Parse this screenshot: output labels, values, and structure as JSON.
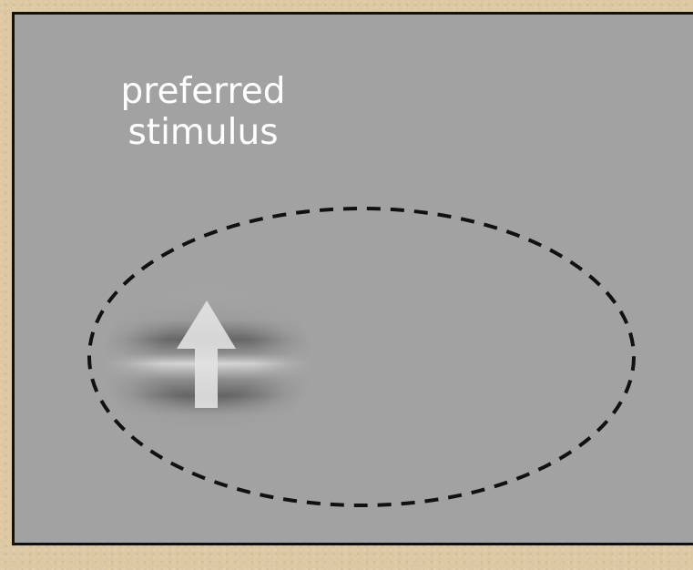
{
  "label": {
    "line1": "preferred",
    "line2": "stimulus"
  },
  "colors": {
    "background": "#dcc8a2",
    "panel": "#a2a2a2",
    "border": "#111111",
    "dash": "#111111",
    "text": "#ffffff",
    "arrow": "#e2e2e2"
  },
  "icons": {
    "stimulus_arrow": "arrow-up-icon",
    "receptive_field": "dashed-ellipse"
  }
}
